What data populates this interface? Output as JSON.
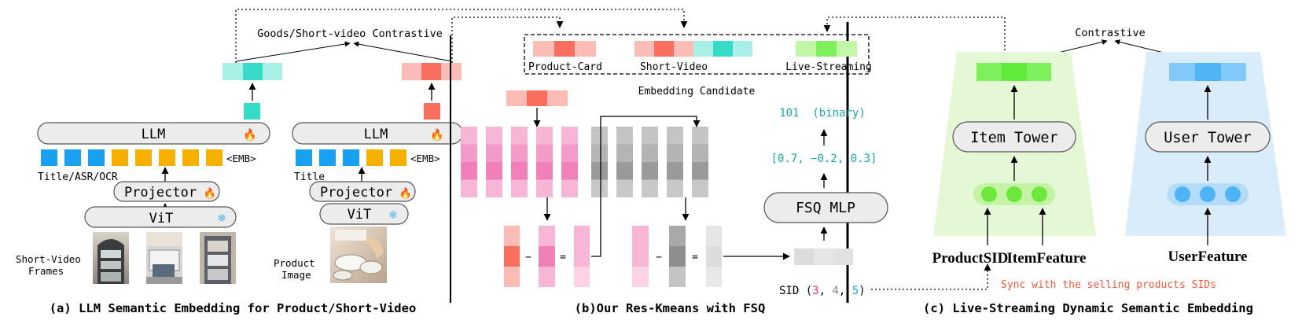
{
  "panel_a": {
    "top_label": "Goods/Short-video Contrastive",
    "llm_label": "LLM",
    "emb_token": "<EMB>",
    "left_text_label": "Title/ASR/OCR",
    "right_text_label": "Title",
    "projector_label": "Projector",
    "vit_label": "ViT",
    "left_input_label_1": "Short-Video",
    "left_input_label_2": "Frames",
    "right_input_label_1": "Product",
    "right_input_label_2": "Image",
    "fire_icon": "🔥",
    "snow_icon": "❄",
    "caption": "(a) LLM Semantic Embedding for Product/Short-Video"
  },
  "panel_b": {
    "candidates": [
      "Product-Card",
      "Short-Video",
      "Live-Streaming"
    ],
    "candidate_caption": "Embedding Candidate",
    "binary_label": "101  (binary)",
    "vector_label": "[0.7, −0.2, 0.3]",
    "fsq_label": "FSQ MLP",
    "minus": "−",
    "equals": "=",
    "sid_prefix": "SID (",
    "sid_values": [
      "3",
      "4",
      "5"
    ],
    "sid_sep": ", ",
    "sid_suffix": ")",
    "caption": "(b)Our Res-Kmeans with FSQ"
  },
  "panel_c": {
    "top_label": "Contrastive",
    "item_tower": "Item Tower",
    "user_tower": "User Tower",
    "product_sid": "ProductSID",
    "item_feature": "ItemFeature",
    "user_feature": "UserFeature",
    "sync_note": "Sync with the selling products SIDs",
    "caption": "(c) Live-Streaming Dynamic Semantic Embedding"
  },
  "colors": {
    "cyan": "#36dcc8",
    "cyan_light": "#a8f0e6",
    "red": "#fa6e5e",
    "red_light": "#fcbcb6",
    "green": "#7ef05c",
    "green_light": "#c2f7a8",
    "blue": "#7fcaf8",
    "blue_dark": "#4fb4f5",
    "token_blue": "#1aa0f0",
    "token_orange": "#f5b000",
    "pink": "#f080b8",
    "pink_light": "#f8b6d6",
    "gray": "#a8a8a8",
    "gray_light": "#d8d8d8",
    "sid_pink": "#e8308c",
    "sid_gray": "#888888",
    "sid_blue": "#1aa0f0",
    "teal_text": "#1aa7a7",
    "sync_red": "#f05a3c"
  }
}
